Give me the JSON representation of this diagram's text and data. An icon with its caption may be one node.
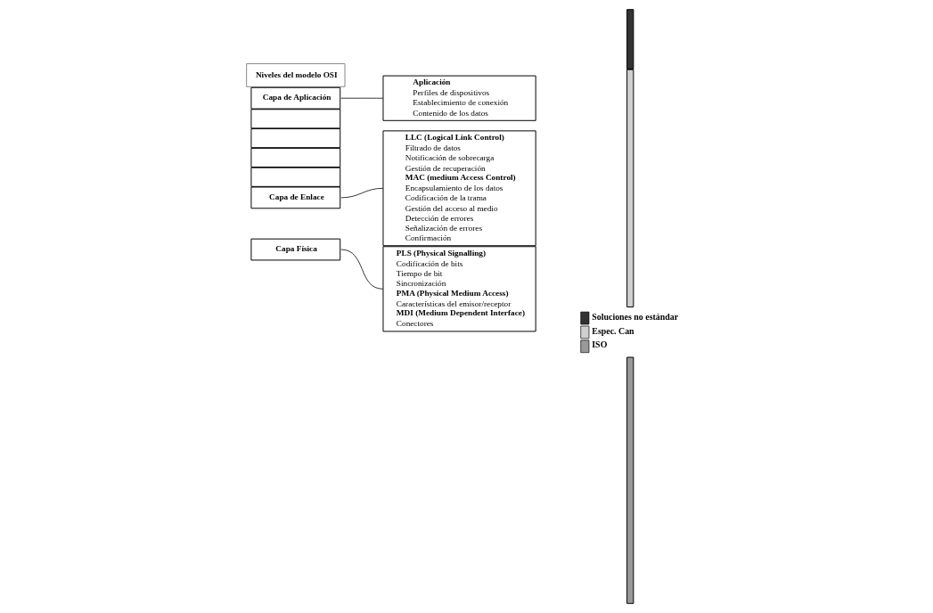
{
  "diagram": {
    "nodes": [
      {
        "text": [
          "Niveles del modelo OSI"
        ]
      },
      {
        "text": [
          "Capa de Aplicación"
        ]
      },
      {
        "text": [],
        "shape": "box"
      },
      {
        "text": [],
        "shape": "box"
      },
      {
        "text": [],
        "shape": "box"
      },
      {
        "text": [],
        "shape": "box"
      },
      {
        "text": [
          "Capa de Enlace"
        ]
      },
      {
        "text": [
          "Capa Física"
        ]
      },
      {
        "text": [
          "Aplicación",
          "Perfiles de dispositivos",
          "Establecimiento de conexión",
          "Contenido de los datos"
        ]
      },
      {
        "text": [
          "LLC (Logical Link Control)",
          "Filtrado de datos",
          "Notificación de sobrecarga",
          "Gestión de recuperación",
          "MAC (medium Access Control)",
          "Encapsulamiento de los datos",
          "Codificación de la trama",
          "Gestión del acceso al medio",
          "Detección de errores",
          "Señalización de errores",
          "Confirmación"
        ]
      },
      {
        "text": [
          "PLS (Physical Signalling)",
          "Codificación de bits",
          "Tiempo de bit",
          "Sincronización",
          "PMA (Physical Medium Access)",
          "Características del emisor/receptor",
          "MDI (Medium Dependent Interface)",
          "Conectores"
        ]
      },
      {
        "text": [],
        "shape": "bar"
      },
      {
        "text": [],
        "shape": "bar"
      },
      {
        "text": [],
        "shape": "bar"
      }
    ],
    "edges": [
      {
        "from": 1,
        "to": 8,
        "arrow": "none"
      },
      {
        "from": 6,
        "to": 9,
        "arrow": "none"
      },
      {
        "from": 7,
        "to": 10,
        "arrow": "none"
      }
    ],
    "legend": [
      {
        "text": "Soluciones no estándar",
        "color": "#333333"
      },
      {
        "text": "Espec. Can",
        "color": "#d0d0d0"
      },
      {
        "text": "ISO",
        "color": "#999999"
      }
    ]
  }
}
